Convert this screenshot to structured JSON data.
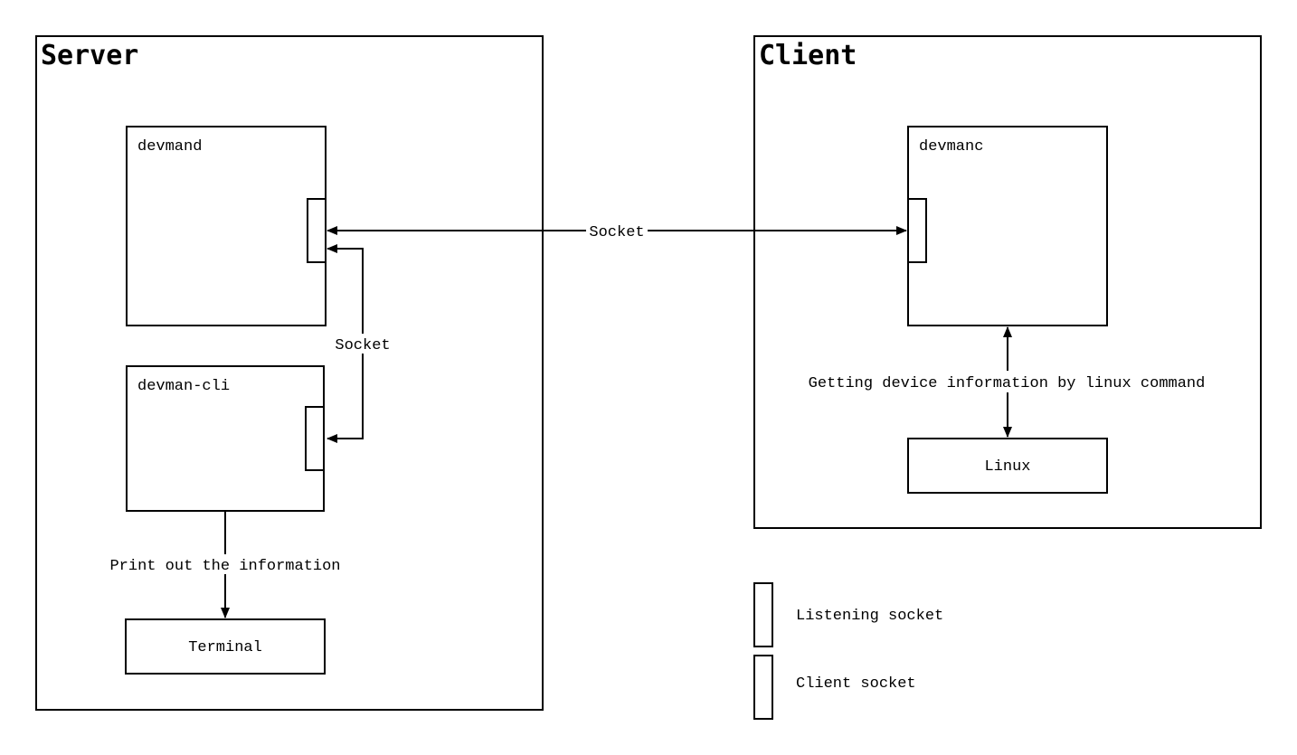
{
  "server": {
    "title": "Server",
    "devmand_label": "devmand",
    "devman_cli_label": "devman-cli",
    "terminal_label": "Terminal",
    "internal_socket_label": "Socket",
    "print_label": "Print out the information"
  },
  "client": {
    "title": "Client",
    "devmanc_label": "devmanc",
    "linux_label": "Linux",
    "linux_link_label": "Getting device information by linux command"
  },
  "link": {
    "socket_label": "Socket"
  },
  "legend": {
    "listening_label": "Listening socket",
    "client_label": "Client socket"
  },
  "colors": {
    "listening_socket": "#3a9fd8",
    "client_socket": "#b3d4ef",
    "stroke": "#000000",
    "background": "#ffffff"
  }
}
